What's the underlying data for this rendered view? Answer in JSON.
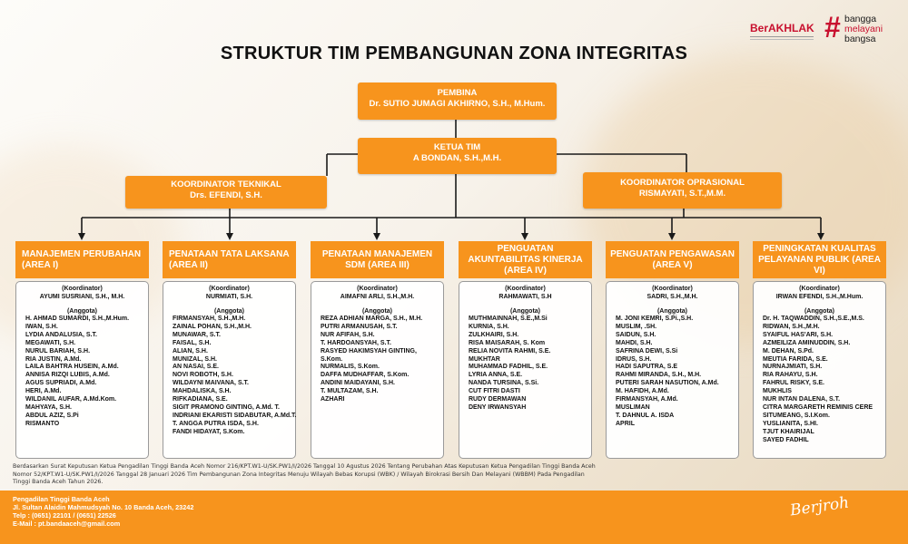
{
  "header": {
    "title": "STRUKTUR TIM PEMBANGUNAN ZONA INTEGRITAS"
  },
  "logo": {
    "berakhlak": "BerAKHLAK",
    "bangga": "bangga",
    "melayani": "melayani",
    "bangsa": "bangsa"
  },
  "pembina": {
    "role": "PEMBINA",
    "name": "Dr. SUTIO JUMAGI AKHIRNO, S.H., M.Hum."
  },
  "ketua": {
    "role": "KETUA TIM",
    "name": "A BONDAN, S.H.,M.H."
  },
  "koor_teknikal": {
    "role": "KOORDINATOR TEKNIKAL",
    "name": "Drs. EFENDI, S.H."
  },
  "koor_opr": {
    "role": "KOORDINATOR OPRASIONAL",
    "name": "RISMAYATI, S.T.,M.M."
  },
  "areas": [
    {
      "title": "MANAJEMEN PERUBAHAN (AREA I)",
      "koor_label": "(Koordinator)",
      "koordinator": "AYUMI SUSRIANI, S.H., M.H.",
      "anggota_label": "(Anggota)",
      "anggota": [
        "H. AHMAD SUMARDI, S.H.,M.Hum.",
        "IWAN, S.H.",
        "LYDIA ANDALUSIA, S.T.",
        "MEGAWATI, S.H.",
        "NURUL BARIAH, S.H.",
        "RIA JUSTIN, A.Md.",
        "LAILA BAHTRA HUSEIN, A.Md.",
        "ANNISA RIZQI LUBIS, A.Md.",
        "AGUS SUPRIADI, A.Md.",
        "HERI, A.Md.",
        "WILDANIL AUFAR, A.Md.Kom.",
        "MAHYAYA, S.H.",
        "ABDUL AZIZ, S.Pi",
        "RISMANTO"
      ]
    },
    {
      "title": "PENATAAN TATA LAKSANA (AREA II)",
      "koor_label": "(Koordinator)",
      "koordinator": "NURMIATI, S.H.",
      "anggota_label": "(Anggota)",
      "anggota": [
        "FIRMANSYAH, S.H.,M.H.",
        "ZAINAL POHAN, S.H.,M.H.",
        "MUNAWAR, S.T.",
        "FAISAL, S.H.",
        "ALIAN, S.H.",
        "MUNIZAL, S.H.",
        "AN NASAI, S.E.",
        "NOVI ROBOTH, S.H.",
        "WILDAYNI MAIVANA, S.T.",
        "MAHDALISKA, S.H.",
        "RIFKADIANA, S.E.",
        "SIGIT PRAMONO GINTING, A.Md. T.",
        "INDRIANI EKARISTI SIDABUTAR, A.Md.T.",
        "T. ANGGA PUTRA ISDA, S.H.",
        "FANDI HIDAYAT, S.Kom."
      ]
    },
    {
      "title": "PENATAAN MANAJEMEN SDM (AREA III)",
      "koor_label": "(Koordinator)",
      "koordinator": "AIMAFNI ARLI, S.H.,M.H.",
      "anggota_label": "(Anggota)",
      "anggota": [
        "REZA ADHIAN MARGA, S.H., M.H.",
        "PUTRI ARMANUSAH, S.T.",
        "NUR AFIFAH, S.H.",
        "T. HARDOANSYAH, S.T.",
        "RASYED HAKIMSYAH GINTING,",
        "S.Kom.",
        "NURMALIS, S.Kom.",
        "DAFFA MUDHAFFAR, S.Kom.",
        "ANDINI MAIDAYANI, S.H.",
        "T. MULTAZAM, S.H.",
        "AZHARI"
      ]
    },
    {
      "title": "PENGUATAN AKUNTABILITAS KINERJA (AREA IV)",
      "koor_label": "(Koordinator)",
      "koordinator": "RAHMAWATI, S.H",
      "anggota_label": "(Anggota)",
      "anggota": [
        "MUTHMAINNAH, S.E.,M.Si",
        "KURNIA, S.H.",
        "ZULKHAIRI, S.H.",
        "RISA MAISARAH, S. Kom",
        "RELIA NOVITA RAHMI, S.E.",
        "MUKHTAR",
        "MUHAMMAD FADHIL, S.E.",
        "LYRIA ANNA, S.E.",
        "NANDA TURSINA, S.Si.",
        "CUT FITRI DASTI",
        "RUDY DERMAWAN",
        "DENY IRWANSYAH"
      ]
    },
    {
      "title": "PENGUATAN PENGAWASAN (AREA V)",
      "koor_label": "(Koordinator)",
      "koordinator": "SADRI, S.H.,M.H.",
      "anggota_label": "(Anggota)",
      "anggota": [
        "M. JONI KEMRI, S.Pi.,S.H.",
        "MUSLIM, .SH.",
        "SAIDUN, S.H.",
        "MAHDI, S.H.",
        "SAFRINA DEWI, S.Si",
        "IDRUS, S.H.",
        "HADI SAPUTRA, S.E",
        "RAHMI MIRANDA, S.H., M.H.",
        "PUTERI SARAH NASUTION, A.Md.",
        "M. HAFIDH, A.Md.",
        "FIRMANSYAH, A.Md.",
        "MUSLIMAN",
        "T. DAHNUL A. ISDA",
        "APRIL"
      ]
    },
    {
      "title": "PENINGKATAN KUALITAS PELAYANAN PUBLIK (AREA VI)",
      "koor_label": "(Koordinator)",
      "koordinator": "IRWAN EFENDI, S.H.,M.Hum.",
      "anggota_label": "(Anggota)",
      "anggota": [
        "Dr. H. TAQWADDIN, S.H.,S.E.,M.S.",
        "RIDWAN, S.H.,M.H.",
        "SYAIFUL HAS'ARI, S.H.",
        "AZMEILIZA AMINUDDIN, S.H.",
        "M. DEHAN, S.Pd.",
        "MEUTIA FARIDA, S.E.",
        "NURNAJMIATI, S.H.",
        "RIA RAHAYU, S.H.",
        "FAHRUL RISKY, S.E.",
        "MUKHLIS",
        "NUR INTAN DALENA, S.T.",
        "CITRA MARGARETH REMINIS CERE",
        "SITUMEANG, S.I.Kom.",
        "YUSLIANITA, S.HI.",
        "TJUT KHAIRIJAL",
        "SAYED FADHIL"
      ]
    }
  ],
  "note": "Berdasarkan Surat Keputusan Ketua Pengadilan Tinggi Banda Aceh Nomor 216/KPT.W1-U/SK.PW1/I/2026 Tanggal 10 Agustus 2026 Tentang Perubahan Atas Keputusan Ketua Pengadilan Tinggi Banda Aceh Nomor 52/KPT.W1-U/SK.PW1/I/2026 Tanggal 28 Januari 2026 Tim Pembangunan Zona Integritas Menuju Wilayah Bebas Korupsi (WBK) / Wilayah Birokrasi Bersih Dan Melayani (WBBM) Pada Pengadilan Tinggi Banda Aceh Tahun 2026.",
  "footer": {
    "org": "Pengadilan Tinggi Banda Aceh",
    "address": "Jl. Sultan Alaidin Mahmudsyah No. 10 Banda Aceh, 23242",
    "phone": "Telp : (0651) 22101 / (0651) 22526",
    "email": "E-Mail : pt.bandaaceh@gmail.com",
    "signature": "Berjroh"
  }
}
